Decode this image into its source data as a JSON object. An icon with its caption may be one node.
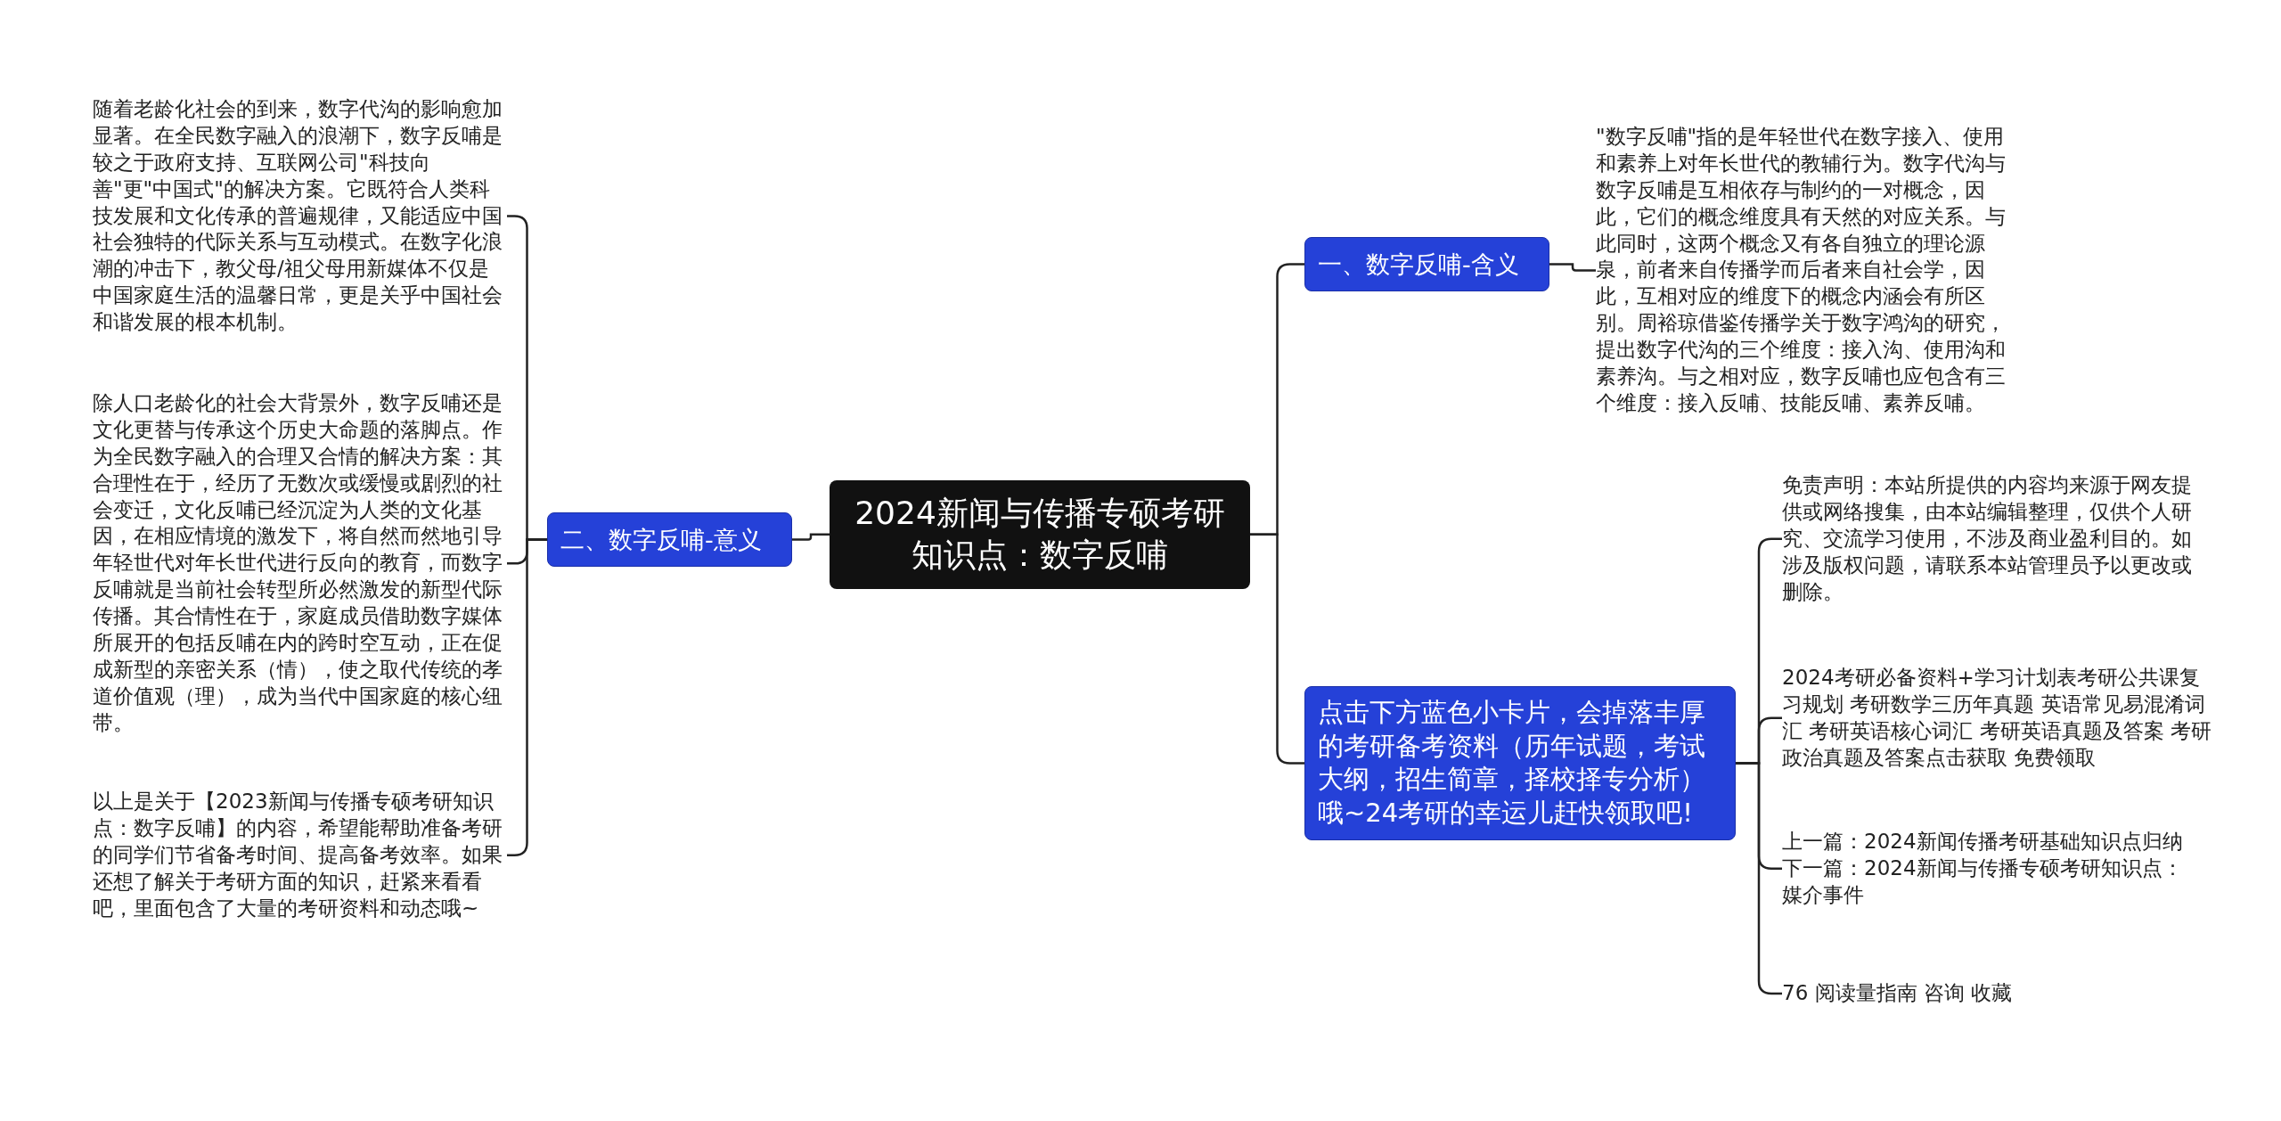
{
  "diagram": {
    "nodes": [
      {
        "text": [
          "2024新闻与传播专硕考研知识点：数字反哺"
        ]
      },
      {
        "text": [
          "一、数字反哺-含义"
        ]
      },
      {
        "text": [
          "\"数字反哺\"指的是年轻世代在数字接入、使用和素养上对年长世代的教辅行为。数字代沟与数字反哺是互相依存与制约的一对概念，因此，它们的概念维度具有天然的对应关系。与此同时，这两个概念又有各自独立的理论源泉，前者来自传播学而后者来自社会学，因此，互相对应的维度下的概念内涵会有所区别。周裕琼借鉴传播学关于数字鸿沟的研究，提出数字代沟的三个维度：接入沟、使用沟和素养沟。与之相对应，数字反哺也应包含有三个维度：接入反哺、技能反哺、素养反哺。"
        ]
      },
      {
        "text": [
          "点击下方蓝色小卡片，会掉落丰厚的考研备考资料（历年试题，考试大纲，招生简章，择校择专分析）哦~24考研的幸运儿赶快领取吧!"
        ]
      },
      {
        "text": [
          "免责声明：本站所提供的内容均来源于网友提供或网络搜集，由本站编辑整理，仅供个人研究、交流学习使用，不涉及商业盈利目的。如涉及版权问题，请联系本站管理员予以更改或删除。"
        ]
      },
      {
        "text": [
          "2024考研必备资料+学习计划表考研公共课复习规划 考研数学三历年真题 英语常见易混淆词汇 考研英语核心词汇 考研英语真题及答案 考研政治真题及答案点击获取 免费领取"
        ]
      },
      {
        "text": [
          "上一篇：2024新闻传播考研基础知识点归纳",
          "下一篇：2024新闻与传播专硕考研知识点：媒介事件"
        ]
      },
      {
        "text": [
          "76 阅读量指南 咨询 收藏"
        ]
      },
      {
        "text": [
          "二、数字反哺-意义"
        ]
      },
      {
        "text": [
          "随着老龄化社会的到来，数字代沟的影响愈加显著。在全民数字融入的浪潮下，数字反哺是较之于政府支持、互联网公司\"科技向善\"更\"中国式\"的解决方案。它既符合人类科技发展和文化传承的普遍规律，又能适应中国社会独特的代际关系与互动模式。在数字化浪潮的冲击下，教父母/祖父母用新媒体不仅是中国家庭生活的温馨日常，更是关乎中国社会和谐发展的根本机制。"
        ]
      },
      {
        "text": [
          "除人口老龄化的社会大背景外，数字反哺还是文化更替与传承这个历史大命题的落脚点。作为全民数字融入的合理又合情的解决方案：其合理性在于，经历了无数次或缓慢或剧烈的社会变迁，文化反哺已经沉淀为人类的文化基因，在相应情境的激发下，将自然而然地引导年轻世代对年长世代进行反向的教育，而数字反哺就是当前社会转型所必然激发的新型代际传播。其合情性在于，家庭成员借助数字媒体所展开的包括反哺在内的跨时空互动，正在促成新型的亲密关系（情），使之取代传统的孝道价值观（理），成为当代中国家庭的核心纽带。"
        ]
      },
      {
        "text": [
          "以上是关于【2023新闻与传播专硕考研知识点：数字反哺】的内容，希望能帮助准备考研的同学们节省备考时间、提高备考效率。如果还想了解关于考研方面的知识，赶紧来看看吧，里面包含了大量的考研资料和动态哦~"
        ]
      }
    ],
    "edges": [
      {
        "from": 0,
        "to": 1,
        "arrow": "none"
      },
      {
        "from": 1,
        "to": 2,
        "arrow": "none"
      },
      {
        "from": 0,
        "to": 3,
        "arrow": "none"
      },
      {
        "from": 3,
        "to": 4,
        "arrow": "none"
      },
      {
        "from": 3,
        "to": 5,
        "arrow": "none"
      },
      {
        "from": 3,
        "to": 6,
        "arrow": "none"
      },
      {
        "from": 3,
        "to": 7,
        "arrow": "none"
      },
      {
        "from": 0,
        "to": 8,
        "arrow": "none"
      },
      {
        "from": 8,
        "to": 9,
        "arrow": "none"
      },
      {
        "from": 8,
        "to": 10,
        "arrow": "none"
      },
      {
        "from": 8,
        "to": 11,
        "arrow": "none"
      }
    ]
  }
}
